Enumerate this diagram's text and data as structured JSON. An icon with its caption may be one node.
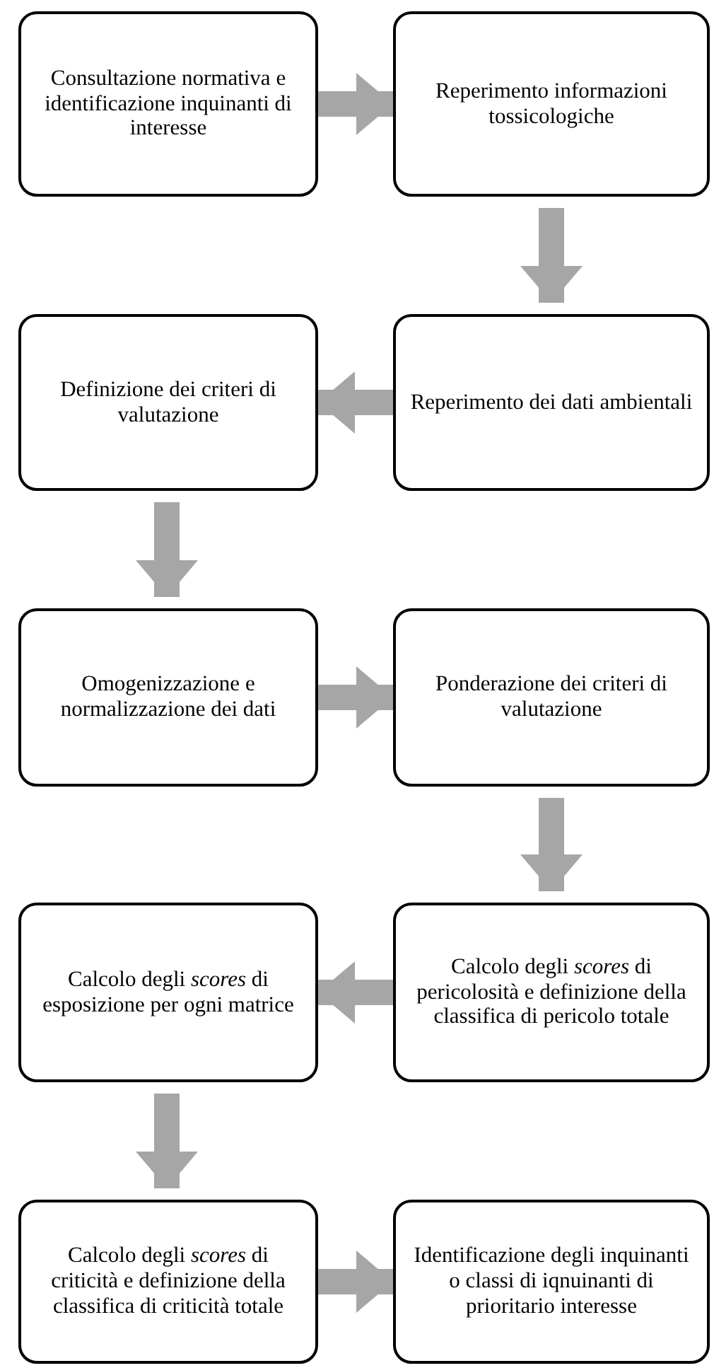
{
  "diagram": {
    "nodes": [
      {
        "text": [
          "Consultazione normativa e identificazione inquinanti di interesse"
        ]
      },
      {
        "text": [
          "Reperimento informazioni tossicologiche"
        ]
      },
      {
        "text": [
          "Definizione dei criteri di valutazione"
        ]
      },
      {
        "text": [
          "Reperimento dei dati ambientali"
        ]
      },
      {
        "text": [
          "Omogenizzazione e normalizzazione dei dati"
        ]
      },
      {
        "text": [
          "Ponderazione dei criteri di valutazione"
        ]
      },
      {
        "text": [
          "Calcolo degli *scores* di esposizione per ogni matrice"
        ]
      },
      {
        "text": [
          "Calcolo degli *scores*  di pericolosità e definizione della classifica di pericolo totale"
        ]
      },
      {
        "text": [
          "Calcolo degli *scores* di criticità e definizione della classifica di criticità totale"
        ]
      },
      {
        "text": [
          "Identificazione degli inquinanti o classi di iqnuinanti di prioritario interesse"
        ]
      }
    ],
    "edges": [
      {
        "from": 0,
        "to": 1,
        "arrow": "to"
      },
      {
        "from": 1,
        "to": 3,
        "arrow": "to"
      },
      {
        "from": 3,
        "to": 2,
        "arrow": "to"
      },
      {
        "from": 2,
        "to": 4,
        "arrow": "to"
      },
      {
        "from": 4,
        "to": 5,
        "arrow": "to"
      },
      {
        "from": 5,
        "to": 7,
        "arrow": "to"
      },
      {
        "from": 7,
        "to": 6,
        "arrow": "to"
      },
      {
        "from": 6,
        "to": 8,
        "arrow": "to"
      },
      {
        "from": 8,
        "to": 9,
        "arrow": "to"
      }
    ]
  }
}
